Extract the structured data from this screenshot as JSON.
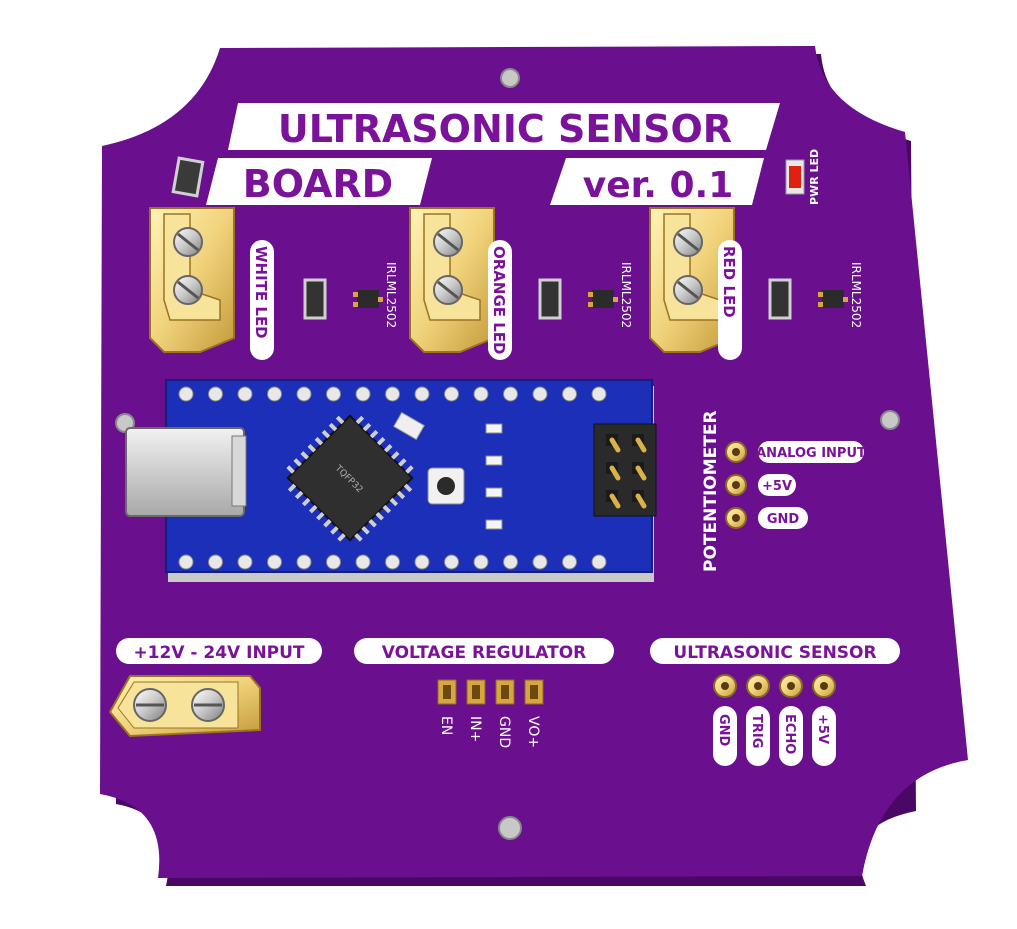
{
  "board": {
    "title_line1": "ULTRASONIC SENSOR",
    "title_line2": "BOARD",
    "version": "ver. 0.1",
    "pwr_led": "PWR LED",
    "board_color": "#6a0f8e",
    "silk_color": "#ffffff"
  },
  "leds": [
    {
      "label": "WHITE LED",
      "transistor": "IRLML2502"
    },
    {
      "label": "ORANGE LED",
      "transistor": "IRLML2502"
    },
    {
      "label": "RED LED",
      "transistor": "IRLML2502"
    }
  ],
  "mcu": {
    "chip_marking": "TQFP32",
    "board_color": "#1b2fb8",
    "icon": "arduino-nano-module-icon"
  },
  "potentiometer": {
    "title": "POTENTIOMETER",
    "pins": [
      "ANALOG INPUT",
      "+5V",
      "GND"
    ]
  },
  "power_input": {
    "label": "+12V - 24V INPUT"
  },
  "voltage_regulator": {
    "label": "VOLTAGE REGULATOR",
    "pins": [
      "EN",
      "IN+",
      "GND",
      "VO+"
    ]
  },
  "ultrasonic": {
    "label": "ULTRASONIC SENSOR",
    "pins": [
      "GND",
      "TRIG",
      "ECHO",
      "+5V"
    ]
  }
}
